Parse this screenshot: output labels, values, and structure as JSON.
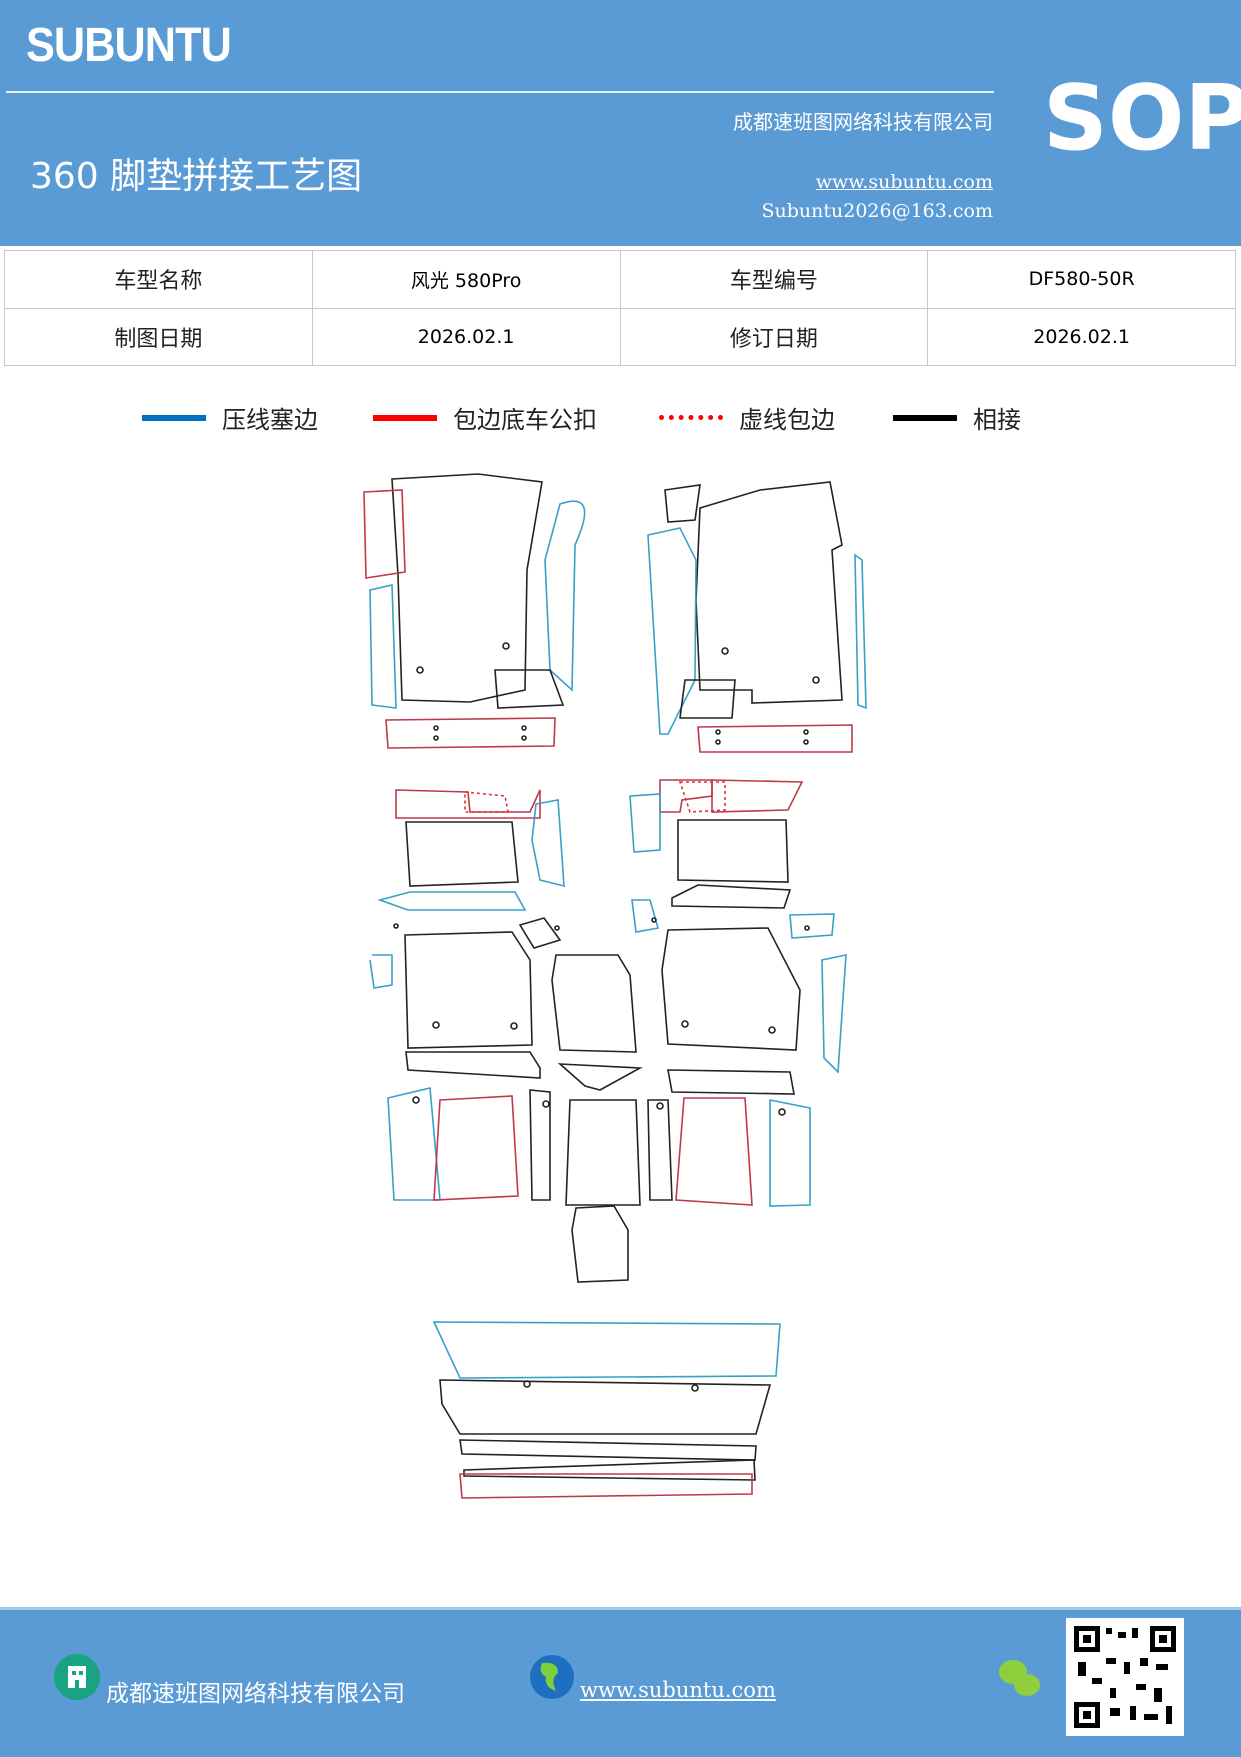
{
  "header": {
    "brand": "SUBUNTU",
    "title": "360 脚垫拼接工艺图",
    "company": "成都速班图网络科技有限公司",
    "website": "www.subuntu.com",
    "email": "Subuntu2026@163.com",
    "badge": "SOP"
  },
  "info_table": {
    "rows": [
      [
        "车型名称",
        "风光 580Pro",
        "车型编号",
        "DF580-50R"
      ],
      [
        "制图日期",
        "2026.02.1",
        "修订日期",
        "2026.02.1"
      ]
    ]
  },
  "legend": [
    {
      "label": "压线塞边",
      "color": "#0070c0",
      "style": "solid"
    },
    {
      "label": "包边底车公扣",
      "color": "#ff0000",
      "style": "solid"
    },
    {
      "label": "虚线包边",
      "color": "#ff0000",
      "style": "dotted"
    },
    {
      "label": "相接",
      "color": "#000000",
      "style": "solid"
    }
  ],
  "footer": {
    "company": "成都速班图网络科技有限公司",
    "website": "www.subuntu.com",
    "icons": [
      "building-icon",
      "globe-icon",
      "wechat-icon",
      "qr-code"
    ]
  },
  "colors": {
    "brand_blue": "#5b9bd5",
    "seam_blue": "#3aa0c8",
    "hem_red": "#c0394b",
    "joint_black": "#222222"
  }
}
